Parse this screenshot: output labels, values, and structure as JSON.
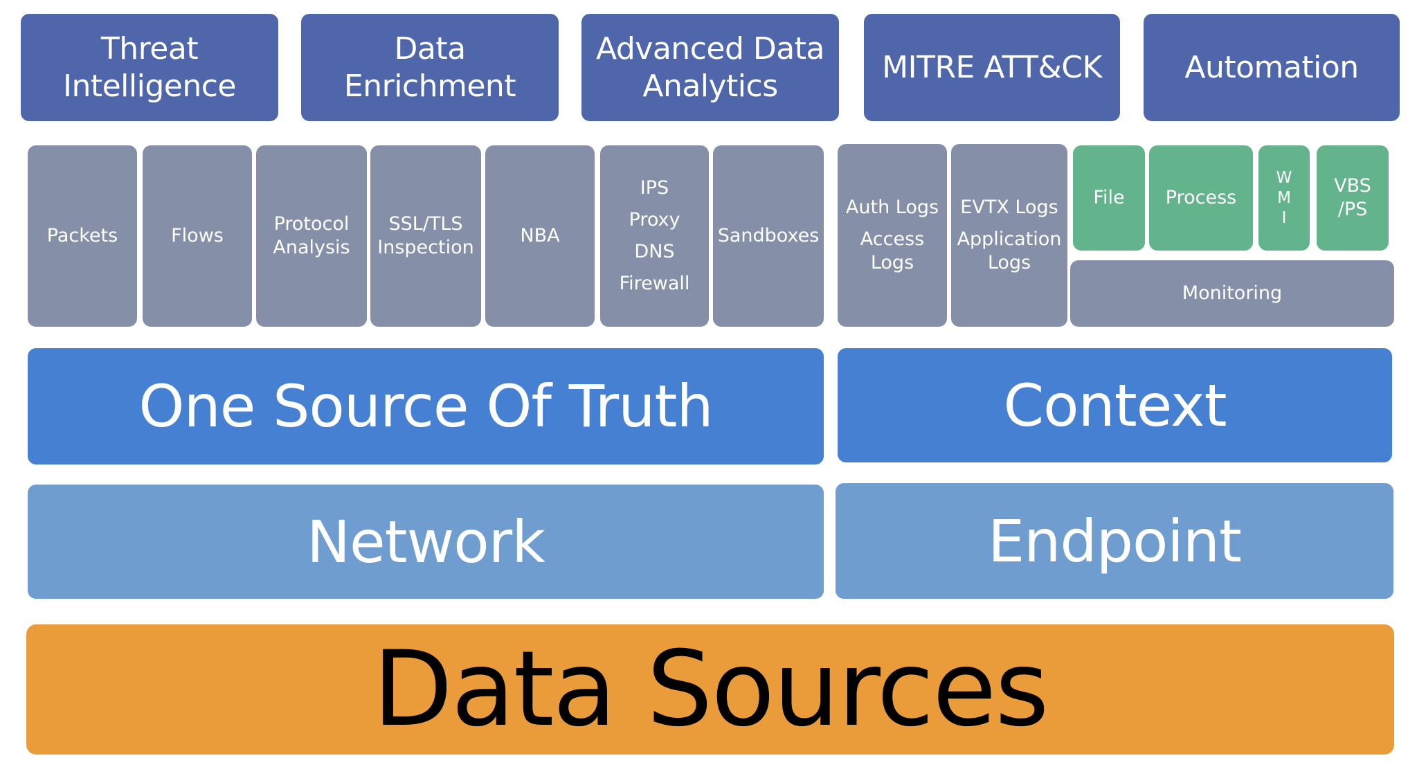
{
  "top_row": [
    {
      "lines": [
        "Threat",
        "Intelligence"
      ]
    },
    {
      "lines": [
        "Data",
        "Enrichment"
      ]
    },
    {
      "lines": [
        "Advanced Data",
        "Analytics"
      ]
    },
    {
      "lines": [
        "MITRE ATT&CK"
      ]
    },
    {
      "lines": [
        "Automation"
      ]
    }
  ],
  "network_sources": [
    {
      "lines": [
        "Packets"
      ]
    },
    {
      "lines": [
        "Flows"
      ]
    },
    {
      "lines": [
        "Protocol",
        "Analysis"
      ]
    },
    {
      "lines": [
        "SSL/TLS",
        "Inspection"
      ]
    },
    {
      "lines": [
        "NBA"
      ]
    },
    {
      "lines": [
        "IPS",
        "Proxy",
        "DNS",
        "Firewall"
      ]
    },
    {
      "lines": [
        "Sandboxes"
      ]
    }
  ],
  "endpoint_sources": [
    {
      "lines": [
        "Auth Logs",
        "Access",
        "Logs"
      ]
    },
    {
      "lines": [
        "EVTX Logs",
        "Application",
        "Logs"
      ]
    }
  ],
  "monitoring_items": [
    {
      "lines": [
        "File"
      ]
    },
    {
      "lines": [
        "Process"
      ]
    },
    {
      "lines": [
        "W",
        "M",
        "I"
      ]
    },
    {
      "lines": [
        "VBS",
        "/PS"
      ]
    }
  ],
  "monitoring_label": "Monitoring",
  "one_source_of_truth": "One Source Of Truth",
  "context": "Context",
  "network": "Network",
  "endpoint": "Endpoint",
  "data_sources": "Data Sources",
  "colors": {
    "top_row": "#4f67aa",
    "sources": "#8590a8",
    "monitoring_items": "#63b48c",
    "truth_context": "#4580d2",
    "network_endpoint": "#6f9dcf",
    "data_sources": "#ea9c3a"
  }
}
